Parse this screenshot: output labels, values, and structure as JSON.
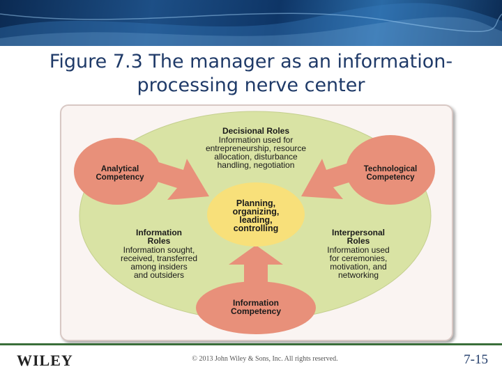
{
  "slide": {
    "title": "Figure 7.3 The manager as an information-processing nerve center",
    "footer": {
      "logo": "WILEY",
      "copyright": "© 2013 John Wiley & Sons, Inc. All rights reserved.",
      "page_number": "7-15"
    }
  },
  "diagram": {
    "center": [
      "Planning,",
      "organizing,",
      "leading,",
      "controlling"
    ],
    "decisional": {
      "title": "Decisional Roles",
      "lines": [
        "Information used for",
        "entrepreneurship, resource",
        "allocation, disturbance",
        "handling, negotiation"
      ]
    },
    "information_roles": {
      "title": [
        "Information",
        "Roles"
      ],
      "lines": [
        "Information sought,",
        "received, transferred",
        "among insiders",
        "and outsiders"
      ]
    },
    "interpersonal": {
      "title": [
        "Interpersonal",
        "Roles"
      ],
      "lines": [
        "Information used",
        "for ceremonies,",
        "motivation, and",
        "networking"
      ]
    },
    "analytical": [
      "Analytical",
      "Competency"
    ],
    "technological": [
      "Technological",
      "Competency"
    ],
    "information_competency": [
      "Information",
      "Competency"
    ],
    "colors": {
      "outer_circle": "#d9e3a4",
      "center": "#f8e07a",
      "competency": "#e8907a",
      "arrow": "#e8907a"
    }
  }
}
